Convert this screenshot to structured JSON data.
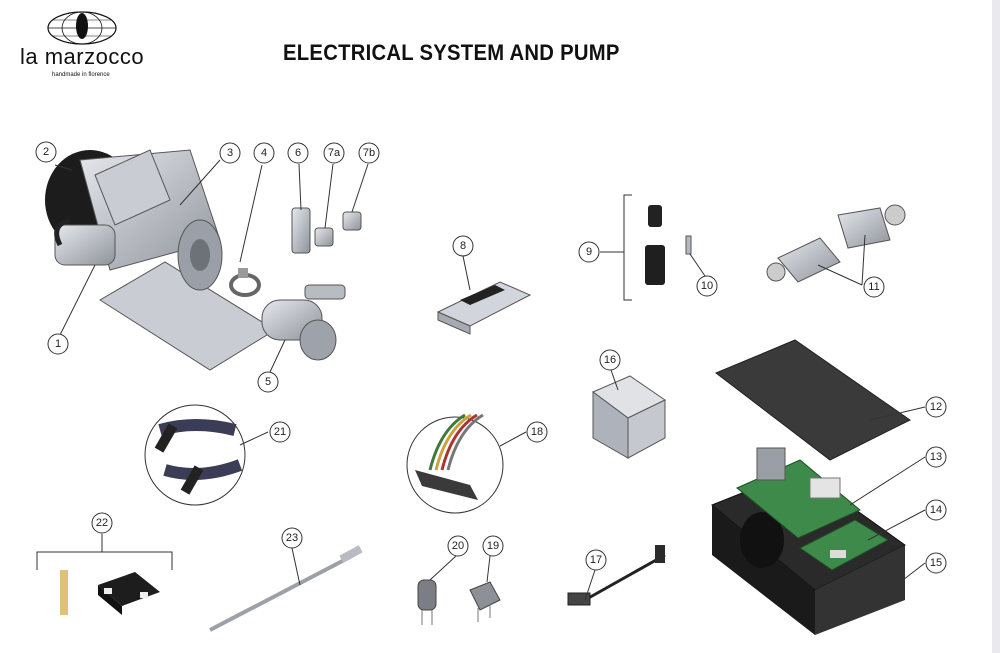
{
  "brand": {
    "name": "la marzocco",
    "tagline": "handmade in florence"
  },
  "title": "ELECTRICAL SYSTEM AND PUMP",
  "callouts": [
    {
      "id": "c1",
      "label": "1"
    },
    {
      "id": "c2",
      "label": "2"
    },
    {
      "id": "c3",
      "label": "3"
    },
    {
      "id": "c4",
      "label": "4"
    },
    {
      "id": "c5",
      "label": "5"
    },
    {
      "id": "c6",
      "label": "6"
    },
    {
      "id": "c7a",
      "label": "7a"
    },
    {
      "id": "c7b",
      "label": "7b"
    },
    {
      "id": "c8",
      "label": "8"
    },
    {
      "id": "c9",
      "label": "9"
    },
    {
      "id": "c10",
      "label": "10"
    },
    {
      "id": "c11",
      "label": "11"
    },
    {
      "id": "c12",
      "label": "12"
    },
    {
      "id": "c13",
      "label": "13"
    },
    {
      "id": "c14",
      "label": "14"
    },
    {
      "id": "c15",
      "label": "15"
    },
    {
      "id": "c16",
      "label": "16"
    },
    {
      "id": "c17",
      "label": "17"
    },
    {
      "id": "c18",
      "label": "18"
    },
    {
      "id": "c19",
      "label": "19"
    },
    {
      "id": "c20",
      "label": "20"
    },
    {
      "id": "c21",
      "label": "21"
    },
    {
      "id": "c22",
      "label": "22"
    },
    {
      "id": "c23",
      "label": "23"
    }
  ],
  "colors": {
    "metal": "#b8bcc4",
    "dark": "#2a2a2a",
    "pcb": "#3d8a4a",
    "outline": "#333333"
  }
}
